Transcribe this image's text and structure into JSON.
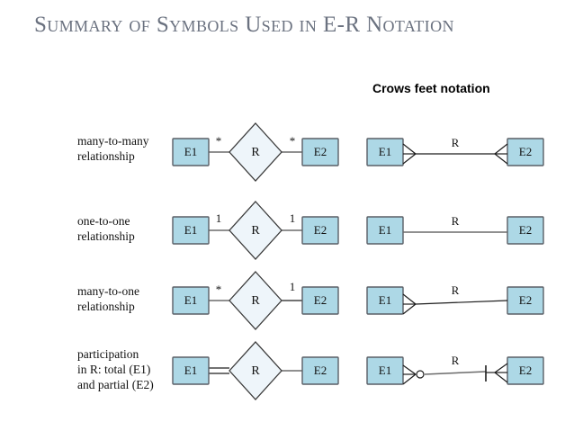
{
  "slide": {
    "title": "Summary of Symbols Used in E-R Notation",
    "background_color": "#ffffff",
    "title_color": "#6b7280"
  },
  "sections": {
    "crows_feet_heading": "Crows feet notation"
  },
  "colors": {
    "entity_fill": "#add8e6",
    "entity_stroke": "#5a5f66",
    "diamond_fill": "#eef5fa",
    "diamond_stroke": "#3b3b3b",
    "connector": "#6b6b6b",
    "marker": "#1d1d1d"
  },
  "rows": [
    {
      "label": "many-to-many\nrelationship",
      "chen": {
        "left_entity": "E1",
        "relationship": "R",
        "right_entity": "E2",
        "left_cardinality": "*",
        "right_cardinality": "*",
        "left_line": "single",
        "right_line": "single"
      },
      "crows": {
        "left_entity": "E1",
        "relationship_label": "R",
        "right_entity": "E2",
        "left_marker": "crows-foot",
        "right_marker": "crows-foot"
      }
    },
    {
      "label": "one-to-one\nrelationship",
      "chen": {
        "left_entity": "E1",
        "relationship": "R",
        "right_entity": "E2",
        "left_cardinality": "1",
        "right_cardinality": "1",
        "left_line": "single",
        "right_line": "single"
      },
      "crows": {
        "left_entity": "E1",
        "relationship_label": "R",
        "right_entity": "E2",
        "left_marker": "none",
        "right_marker": "none"
      }
    },
    {
      "label": "many-to-one\nrelationship",
      "chen": {
        "left_entity": "E1",
        "relationship": "R",
        "right_entity": "E2",
        "left_cardinality": "*",
        "right_cardinality": "1",
        "left_line": "single",
        "right_line": "single"
      },
      "crows": {
        "left_entity": "E1",
        "relationship_label": "R",
        "right_entity": "E2",
        "left_marker": "crows-foot",
        "right_marker": "none"
      }
    },
    {
      "label": "participation\nin R: total (E1)\nand partial (E2)",
      "chen": {
        "left_entity": "E1",
        "relationship": "R",
        "right_entity": "E2",
        "left_cardinality": "",
        "right_cardinality": "",
        "left_line": "double",
        "right_line": "single"
      },
      "crows": {
        "left_entity": "E1",
        "relationship_label": "R",
        "right_entity": "E2",
        "left_marker": "crows-foot-optional",
        "right_marker": "mandatory-crows-foot"
      }
    }
  ]
}
